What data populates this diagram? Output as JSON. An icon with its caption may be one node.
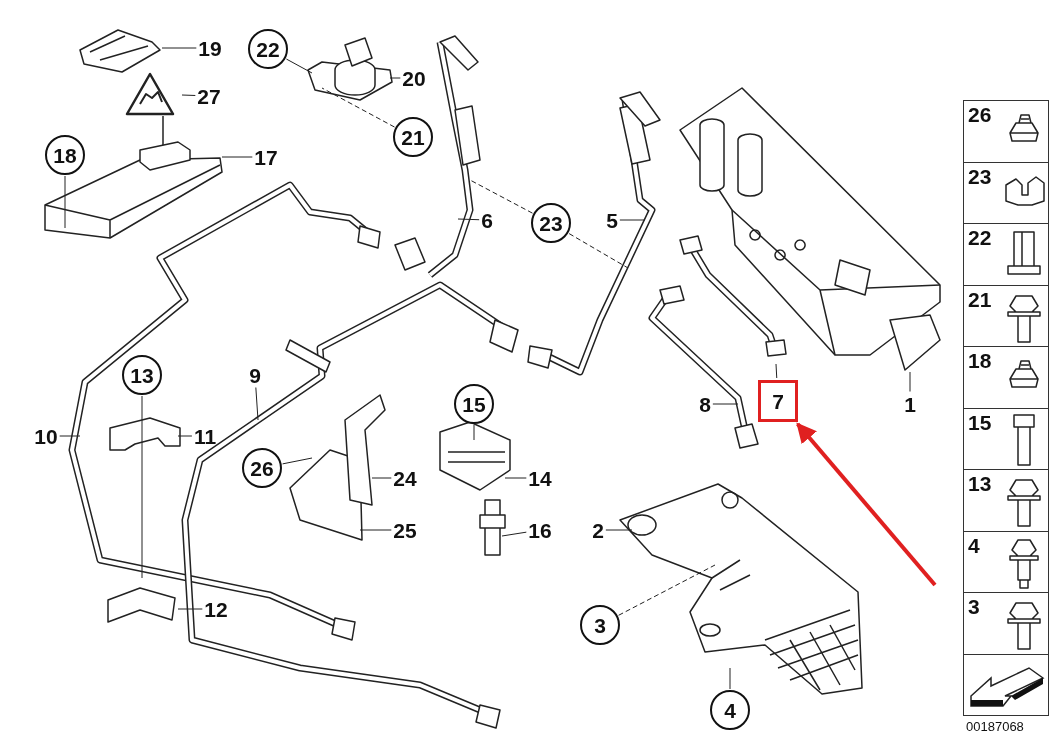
{
  "diagram": {
    "nodes": [
      {
        "text": [
          "19"
        ]
      },
      {
        "text": [
          "22"
        ]
      },
      {
        "text": [
          "20"
        ]
      },
      {
        "text": [
          "27"
        ]
      },
      {
        "text": [
          "21"
        ]
      },
      {
        "text": [
          "18"
        ]
      },
      {
        "text": [
          "17"
        ]
      },
      {
        "text": [
          "6"
        ]
      },
      {
        "text": [
          "23"
        ]
      },
      {
        "text": [
          "5"
        ]
      },
      {
        "text": [
          "13"
        ]
      },
      {
        "text": [
          "9"
        ]
      },
      {
        "text": [
          "8"
        ]
      },
      {
        "text": [
          "7"
        ]
      },
      {
        "text": [
          "1"
        ]
      },
      {
        "text": [
          "10"
        ]
      },
      {
        "text": [
          "11"
        ]
      },
      {
        "text": [
          "15"
        ]
      },
      {
        "text": [
          "26"
        ]
      },
      {
        "text": [
          "24"
        ]
      },
      {
        "text": [
          "14"
        ]
      },
      {
        "text": [
          "25"
        ]
      },
      {
        "text": [
          "16"
        ]
      },
      {
        "text": [
          "2"
        ]
      },
      {
        "text": [
          "12"
        ]
      },
      {
        "text": [
          "3"
        ]
      },
      {
        "text": [
          "4"
        ]
      }
    ],
    "edges": [
      {
        "from": 0,
        "to": null,
        "arrow": "none"
      },
      {
        "from": 1,
        "to": null,
        "arrow": "none"
      },
      {
        "from": 2,
        "to": null,
        "arrow": "none"
      },
      {
        "from": 3,
        "to": null,
        "arrow": "none"
      },
      {
        "from": 4,
        "to": null,
        "arrow": "none",
        "style": "dashed"
      },
      {
        "from": 5,
        "to": null,
        "arrow": "none"
      },
      {
        "from": 6,
        "to": null,
        "arrow": "none"
      },
      {
        "from": 7,
        "to": null,
        "arrow": "none"
      },
      {
        "from": 8,
        "to": null,
        "arrow": "none",
        "style": "dashed"
      },
      {
        "from": 8,
        "to": null,
        "arrow": "none",
        "style": "dashed"
      },
      {
        "from": 9,
        "to": null,
        "arrow": "none"
      },
      {
        "from": 10,
        "to": null,
        "arrow": "none"
      },
      {
        "from": 11,
        "to": null,
        "arrow": "none"
      },
      {
        "from": 12,
        "to": null,
        "arrow": "none"
      },
      {
        "from": 13,
        "to": null,
        "arrow": "none"
      },
      {
        "from": 14,
        "to": null,
        "arrow": "none"
      },
      {
        "from": 15,
        "to": null,
        "arrow": "none"
      },
      {
        "from": 16,
        "to": null,
        "arrow": "none"
      },
      {
        "from": 17,
        "to": null,
        "arrow": "none"
      },
      {
        "from": 18,
        "to": null,
        "arrow": "none"
      },
      {
        "from": 19,
        "to": null,
        "arrow": "none"
      },
      {
        "from": 20,
        "to": null,
        "arrow": "none"
      },
      {
        "from": 21,
        "to": null,
        "arrow": "none"
      },
      {
        "from": 22,
        "to": null,
        "arrow": "none"
      },
      {
        "from": 23,
        "to": null,
        "arrow": "none"
      },
      {
        "from": 24,
        "to": null,
        "arrow": "none"
      },
      {
        "from": 25,
        "to": null,
        "arrow": "none",
        "style": "dashed"
      },
      {
        "from": 26,
        "to": null,
        "arrow": "none"
      },
      {
        "from": null,
        "to": 13,
        "arrow": "to",
        "style": "thick",
        "color": "#e02020"
      }
    ],
    "labels": [
      "26",
      "23",
      "22",
      "21",
      "18",
      "15",
      "13",
      "4",
      "3",
      "00187068"
    ]
  }
}
